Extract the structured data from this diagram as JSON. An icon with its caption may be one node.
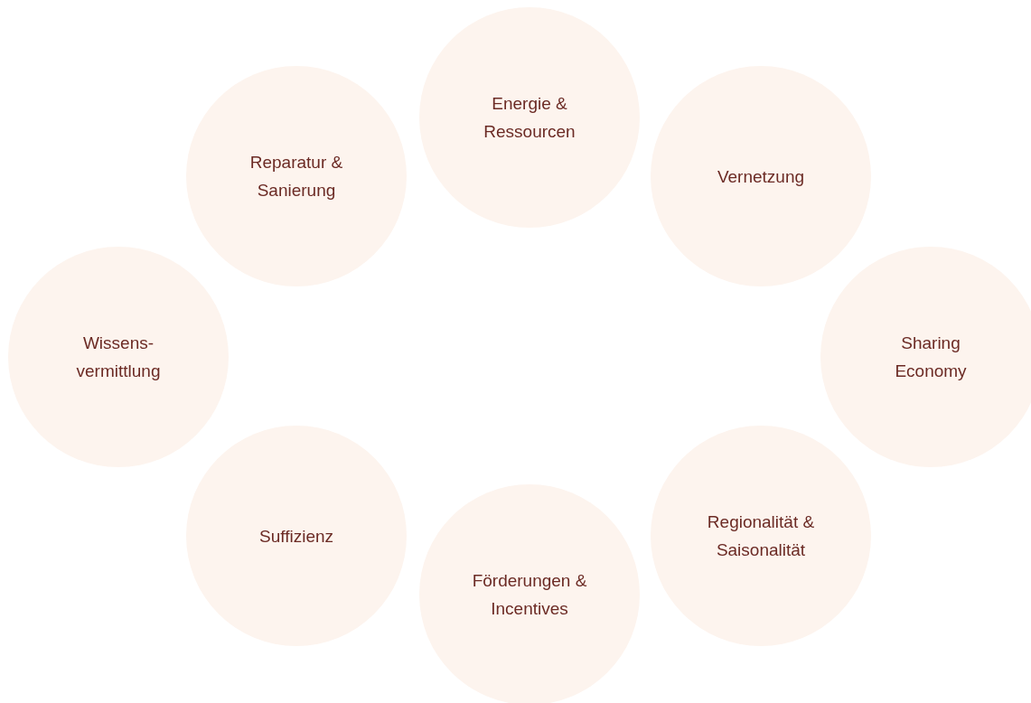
{
  "diagram": {
    "nodes": [
      {
        "text": [
          "Energie & Ressourcen"
        ]
      },
      {
        "text": [
          "Reparatur & Sanierung"
        ]
      },
      {
        "text": [
          "Vernetzung"
        ]
      },
      {
        "text": [
          "Wissens- vermittlung"
        ]
      },
      {
        "text": [
          "Sharing Economy"
        ]
      },
      {
        "text": [
          "Suffizienz"
        ]
      },
      {
        "text": [
          "Regionalität & Saisonalität"
        ]
      },
      {
        "text": [
          "Förderungen & Incentives"
        ]
      }
    ]
  }
}
